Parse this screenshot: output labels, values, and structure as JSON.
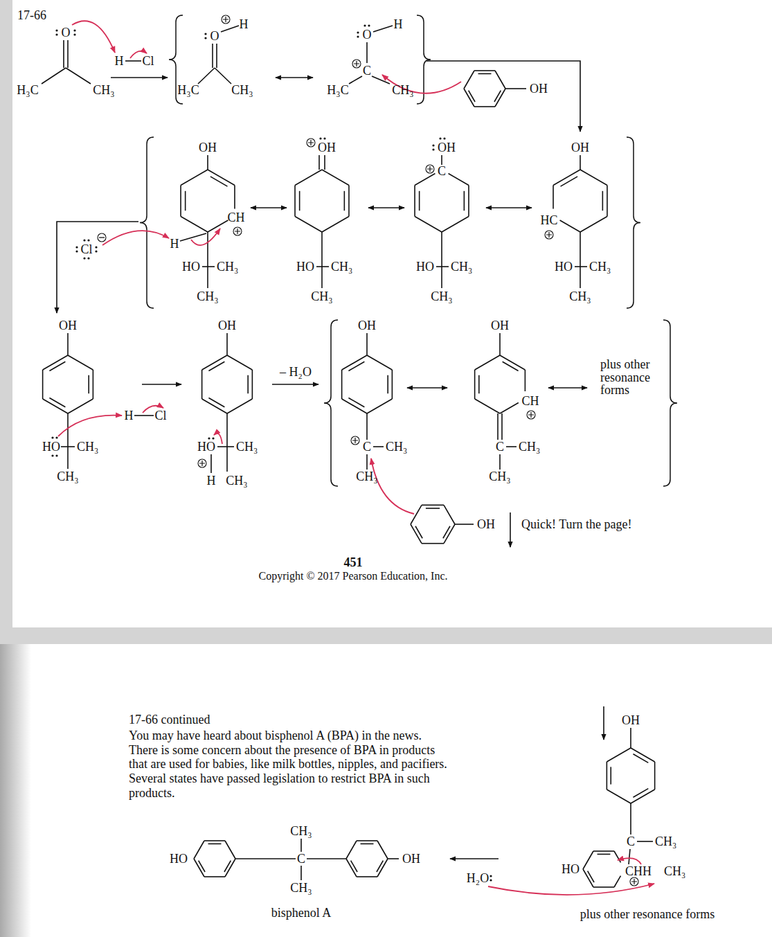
{
  "diagram": {
    "title": "17-66",
    "labels": [
      "O",
      "H₃C",
      "CH₃",
      "H",
      "Cl",
      "O",
      "H",
      "H₃C",
      "CH₃",
      "O",
      "H",
      "C",
      "H₃C",
      "CH₃",
      "OH",
      "OH",
      "CH",
      "H",
      "HO",
      "CH₃",
      "CH₃",
      "Cl",
      "OH",
      "HO",
      "CH₃",
      "CH₃",
      "OH",
      "C",
      "HO",
      "CH₃",
      "CH₃",
      "OH",
      "HC",
      "HO",
      "CH₃",
      "CH₃",
      "OH",
      "HO",
      "CH₃",
      "CH₃",
      "H",
      "Cl",
      "OH",
      "HO",
      "H",
      "CH₃",
      "CH₃",
      "– H₂O",
      "OH",
      "C",
      "CH₃",
      "CH₃",
      "OH",
      "CH",
      "C",
      "CH₃",
      "CH₃",
      "plus other resonance forms",
      "OH",
      "Quick! Turn the page!",
      "451",
      "Copyright © 2017 Pearson Education, Inc.",
      "17-66 continued",
      "You may have heard about bisphenol A (BPA) in the news. There is some concern about the presence of BPA in products that are used for babies, like milk bottles, nipples, and pacifiers. Several states have passed legislation to restrict BPA in such products.",
      "CH₃",
      "HO",
      "C",
      "OH",
      "CH₃",
      "bisphenol A",
      "H₂O",
      "HO",
      "OH",
      "C",
      "CH₃",
      "CHH",
      "CH₃",
      "plus other resonance forms"
    ]
  }
}
